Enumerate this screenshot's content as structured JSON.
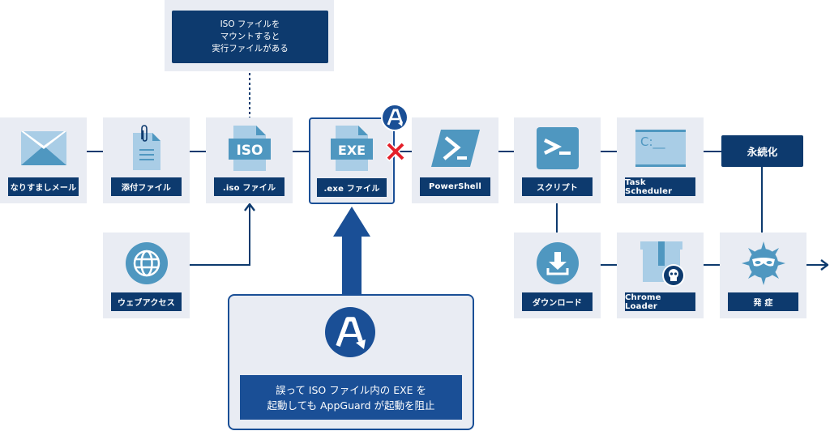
{
  "note": {
    "lines": [
      "ISO ファイルを",
      "マウントすると",
      "実行ファイルがある"
    ]
  },
  "nodes": {
    "mail": {
      "label": "なりすましメール",
      "icon": "envelope-icon"
    },
    "attachment": {
      "label": "添付ファイル",
      "icon": "attached-document-icon"
    },
    "iso": {
      "label": ".iso ファイル",
      "icon": "iso-file-icon",
      "icon_text": "ISO"
    },
    "exe": {
      "label": ".exe ファイル",
      "icon": "exe-file-icon",
      "icon_text": "EXE"
    },
    "powershell": {
      "label": "PowerShell",
      "icon": "powershell-icon"
    },
    "script": {
      "label": "スクリプト",
      "icon": "terminal-icon"
    },
    "task": {
      "label": "Task Scheduler",
      "icon": "command-prompt-icon",
      "icon_text": "C:__"
    },
    "web": {
      "label": "ウェブアクセス",
      "icon": "globe-icon"
    },
    "download": {
      "label": "ダウンロード",
      "icon": "download-icon"
    },
    "chrome_loader": {
      "label": "Chrome Loader",
      "icon": "malicious-package-icon"
    },
    "onset": {
      "label": "発 症",
      "icon": "virus-icon"
    }
  },
  "persistence": {
    "label": "永続化"
  },
  "appguard": {
    "lines": [
      "誤って ISO ファイル内の EXE を",
      "起動しても AppGuard が起動を阻止"
    ],
    "icon": "appguard-logo-icon"
  },
  "colors": {
    "navy": "#0d3a6e",
    "guard_blue": "#1a4f96",
    "tile_bg": "#e9ecf3",
    "icon_blue": "#4f97c0",
    "icon_light": "#a9cde6",
    "block_red": "#e4202a"
  }
}
